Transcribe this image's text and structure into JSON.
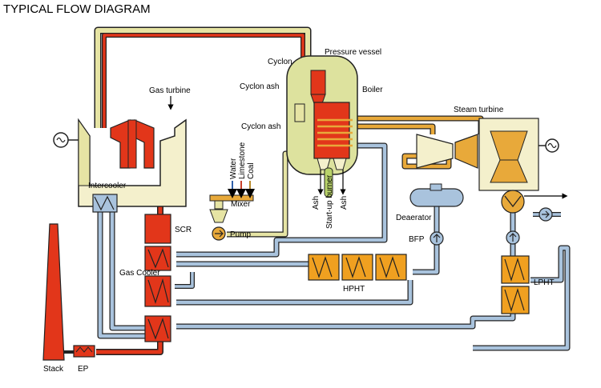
{
  "title": "TYPICAL FLOW DIAGRAM",
  "labels": {
    "gas_turbine": "Gas turbine",
    "cyclon": "Cyclon",
    "pressure_vessel": "Pressure vessel",
    "boiler": "Boiler",
    "cyclon_ash_1": "Cyclon ash",
    "cyclon_ash_2": "Cyclon ash",
    "steam_turbine": "Steam turbine",
    "intercooler": "Intercooler",
    "water": "Water",
    "limestone": "Limestone",
    "coal": "Coal",
    "mixer": "Mixer",
    "pump": "Pump",
    "ash_left": "Ash",
    "startup_burner": "Start-up burner",
    "ash_right": "Ash",
    "deaerator": "Deaerator",
    "bfp": "BFP",
    "scr": "SCR",
    "gas_cooler": "Gas Cooler",
    "hpht": "HPHT",
    "lpht": "LPHT",
    "stack": "Stack",
    "ep": "EP"
  },
  "colors": {
    "hot_gas": "#e2361a",
    "air": "#e6e4a4",
    "water": "#a9c3dd",
    "steam": "#e8a93a",
    "heater": "#f0a020",
    "vessel": "#dde29e",
    "equipment": "#f4f0cc",
    "outline": "#222222"
  }
}
